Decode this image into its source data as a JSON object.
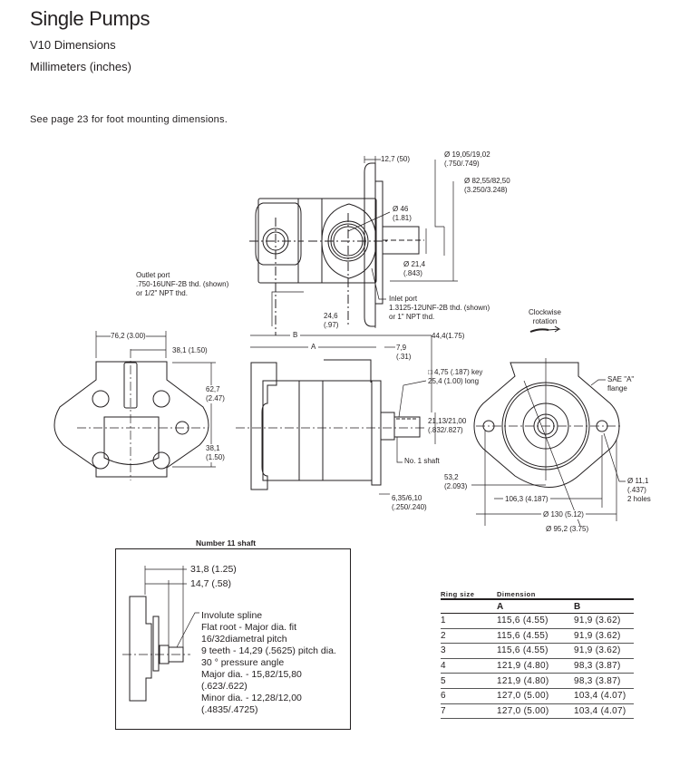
{
  "header": {
    "title": "Single Pumps",
    "subtitle": "V10 Dimensions",
    "units": "Millimeters (inches)",
    "note": "See  page 23  for foot mounting dimensions."
  },
  "top_view": {
    "dim_flange_thickness": "12,7 (50)",
    "dim_shaft_dia": [
      "Ø 19,05/19,02",
      "(.750/.749)"
    ],
    "dim_pilot_dia": [
      "Ø 82,55/82,50",
      "(3.250/3.248)"
    ],
    "dim_inlet_dia": [
      "Ø 46",
      "(1.81)"
    ],
    "dim_key_dia": [
      "Ø 21,4",
      "(.843)"
    ],
    "dim_offset": [
      "24,6",
      "(.97)"
    ],
    "outlet_port": [
      "Outlet port",
      ".750-16UNF-2B  thd. (shown)",
      "or 1/2\" NPT thd."
    ],
    "inlet_port": [
      "Inlet port",
      "1.3125-12UNF-2B  thd. (shown)",
      "or 1\" NPT   thd."
    ]
  },
  "rotation": {
    "label": [
      "Clockwise",
      "rotation"
    ]
  },
  "left_view": {
    "dim_width": "76,2 (3.00)",
    "dim_half_width": "38,1 (1.50)",
    "dim_upper_height": [
      "62,7",
      "(2.47)"
    ],
    "dim_lower_height": [
      "38,1",
      "(1.50)"
    ]
  },
  "side_view": {
    "dim_b": "B",
    "dim_a": "A",
    "dim_shaft_len": "44,4(1.75)",
    "dim_shoulder": [
      "7,9",
      "(.31)"
    ],
    "key": [
      "□ 4,75 (.187) key",
      "25,4 (1.00) long"
    ],
    "shaft_dia": [
      "21,13/21,00",
      "(.832/.827)"
    ],
    "shaft_name": "No. 1 shaft",
    "pilot_len": [
      "6,35/6,10",
      "(.250/.240)"
    ]
  },
  "front_view": {
    "flange": [
      "SAE   \"A\"",
      "flange"
    ],
    "dim_center_height": [
      "53,2",
      "(2.093)"
    ],
    "dim_bolt_spacing": "106,3 (4.187)",
    "dim_flange_width": "Ø 130 (5.12)",
    "dim_pilot": "Ø 95,2 (3.75)",
    "holes": [
      "Ø 11,1",
      "(.437)",
      "2 holes"
    ]
  },
  "shaft11": {
    "title": "Number 11 shaft",
    "dim_total": "31,8 (1.25)",
    "dim_spline": "14,7 (.58)",
    "spec_lines": [
      "Involute spline",
      "Flat root - Major dia. fit",
      "16/32diametral pitch",
      "9 teeth - 14,29 (.5625) pitch dia.",
      "30 ° pressure angle",
      "Major dia. - 15,82/15,80",
      "(.623/.622)",
      "Minor dia. - 12,28/12,00",
      "(.4835/.4725)"
    ]
  },
  "ring_table": {
    "headers": {
      "ring_size": "Ring size",
      "dimension": "Dimension",
      "a": "A",
      "b": "B"
    },
    "rows": [
      {
        "ring": "1",
        "a": "115,6 (4.55)",
        "b": "91,9 (3.62)"
      },
      {
        "ring": "2",
        "a": "115,6 (4.55)",
        "b": "91,9 (3.62)"
      },
      {
        "ring": "3",
        "a": "115,6 (4.55)",
        "b": "91,9 (3.62)"
      },
      {
        "ring": "4",
        "a": "121,9 (4.80)",
        "b": "98,3 (3.87)"
      },
      {
        "ring": "5",
        "a": "121,9 (4.80)",
        "b": "98,3 (3.87)"
      },
      {
        "ring": "6",
        "a": "127,0 (5.00)",
        "b": "103,4 (4.07)"
      },
      {
        "ring": "7",
        "a": "127,0 (5.00)",
        "b": "103,4 (4.07)"
      }
    ]
  }
}
